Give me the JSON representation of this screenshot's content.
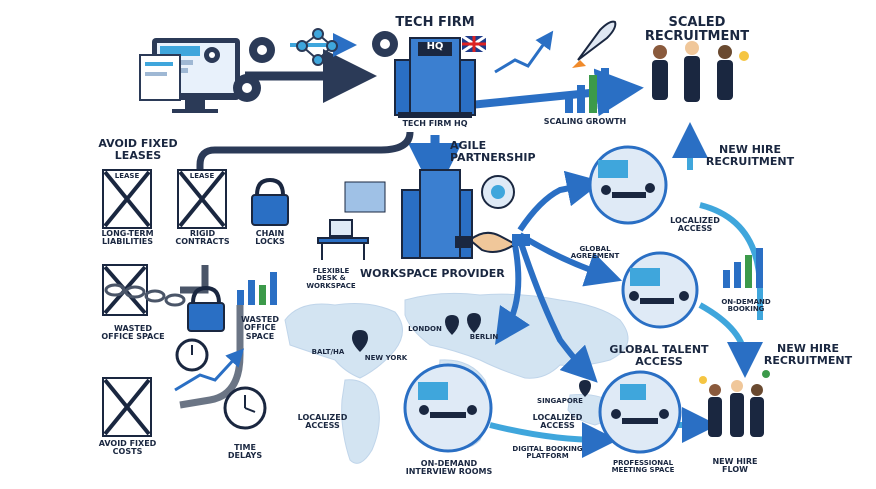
{
  "title_tech_firm": "TECH FIRM",
  "hq_sign": "HQ",
  "tech_firm_hq": "TECH FIRM HQ",
  "scaling_growth": "SCALING GROWTH",
  "scaled_recruitment": "SCALED\nRECRUITMENT",
  "agile_partnership": "AGILE\nPARTNERSHIP",
  "avoid_fixed_leases": "AVOID FIXED\nLEASES",
  "lease_1": "LEASE",
  "lease_2": "LEASE",
  "long_term_liabilities": "LONG-TERM\nLIABILITIES",
  "rigid_contracts": "RIGID\nCONTRACTS",
  "chain_locks": "CHAIN\nLOCKS",
  "flexible_desk": "FLEXIBLE\nDESK &\nWORKSPACE",
  "workspace_provider": "WORKSPACE PROVIDER",
  "new_hire_recruitment_top": "NEW HIRE\nRECRUITMENT",
  "localized_access_top": "LOCALIZED\nACCESS",
  "global_agreement": "GLOBAL\nAGREEMENT",
  "on_demand_booking": "ON-DEMAND\nBOOKING",
  "wasted_office_space_left": "WASTED\nOFFICE SPACE",
  "wasted_office_space_mid": "WASTED\nOFFICE\nSPACE",
  "london": "LONDON",
  "berlin": "BERLIN",
  "baltiha": "BALT/HA",
  "new_york": "NEW YORK",
  "global_talent_access": "GLOBAL TALENT\nACCESS",
  "new_hire_recruitment_right": "NEW HIRE\nRECRUITMENT",
  "singapore": "SINGAPORE",
  "localized_access_left": "LOCALIZED\nACCESS",
  "localized_access_bottom": "LOCALIZED\nACCESS",
  "avoid_fixed_costs": "AVOID FIXED\nCOSTS",
  "time_delays": "TIME\nDELAYS",
  "digital_booking_platform": "DIGITAL BOOKING\nPLATFORM",
  "on_demand_interview_rooms": "ON-DEMAND\nINTERVIEW ROOMS",
  "professional_meeting_space": "PROFESSIONAL\nMEETING SPACE",
  "new_hire_flow": "NEW HIRE\nFLOW",
  "colors": {
    "navy": "#1a2740",
    "blue": "#2a6fc4",
    "light_blue": "#3fa6dc",
    "sky": "#cfe2f3",
    "orange": "#f08a2a",
    "green": "#3c9a4a",
    "gray": "#7a8494"
  },
  "icons": [
    "computer-icon",
    "gear-icon",
    "network-icon",
    "building-icon",
    "uk-flag-icon",
    "rocket-icon",
    "bar-chart-icon",
    "lease-document-icon",
    "padlock-icon",
    "chain-icon",
    "stopwatch-icon",
    "alarm-clock-icon",
    "handshake-icon",
    "map-pin-icon",
    "meeting-room-icon",
    "business-people-icon",
    "world-map-icon"
  ]
}
